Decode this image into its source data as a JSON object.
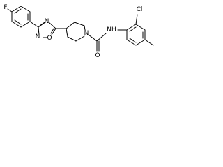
{
  "molecule": {
    "atoms": {
      "F": "F",
      "N_oxadiazole_top": "N",
      "N_oxadiazole_bottom": "N",
      "O_oxadiazole": "O",
      "N_piperidine": "N",
      "O_carbonyl": "O",
      "NH_amide": "NH",
      "Cl": "Cl"
    }
  }
}
